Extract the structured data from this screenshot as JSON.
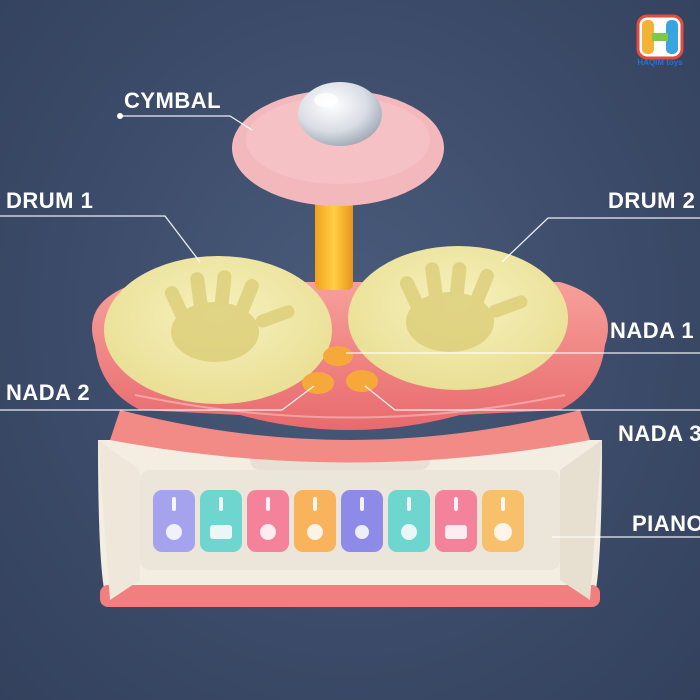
{
  "brand": {
    "logo_letter": "H",
    "logo_text": "HAQIM toys"
  },
  "labels": {
    "cymbal": "CYMBAL",
    "drum1": "DRUM 1",
    "drum2": "DRUM 2",
    "nada1": "NADA 1",
    "nada2": "NADA 2",
    "nada3": "NADA 3",
    "piano": "PIANO"
  },
  "colors": {
    "background": "#3d4d6c",
    "body_pink": "#f07f7f",
    "drum_yellow": "#f3ecaa",
    "cymbal_pink": "#f3b8bc",
    "base_cream": "#f5efe4",
    "key_colors": [
      "#a6a3ee",
      "#6fd6cf",
      "#f4829a",
      "#f8b35c",
      "#8e8be8",
      "#6fd6cf",
      "#f4829a",
      "#f8c06a"
    ]
  }
}
